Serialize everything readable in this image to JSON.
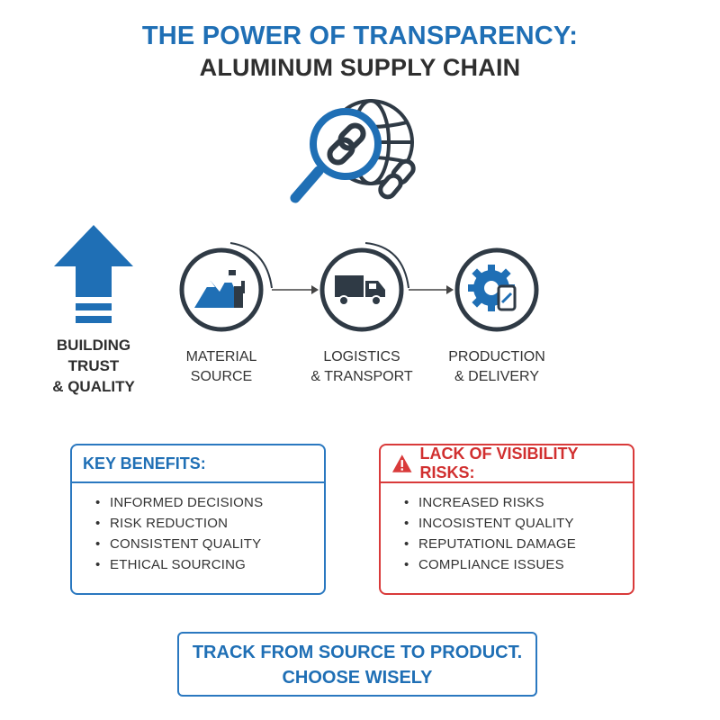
{
  "title": {
    "line1": "THE POWER OF TRANSPARENCY:",
    "line2": "ALUMINUM SUPPLY CHAIN"
  },
  "trust": {
    "lines": [
      "BUILDING",
      "TRUST",
      "& QUALITY"
    ],
    "icon": "up-arrow-icon"
  },
  "steps": [
    {
      "lines": [
        "MATERIAL",
        "SOURCE"
      ],
      "icon": "mountain-factory-icon"
    },
    {
      "lines": [
        "LOGISTICS",
        "& TRANSPORT"
      ],
      "icon": "truck-icon"
    },
    {
      "lines": [
        "PRODUCTION",
        "& DELIVERY"
      ],
      "icon": "gear-chain-icon"
    }
  ],
  "benefits": {
    "title": "KEY BENEFITS:",
    "items": [
      "INFORMED DECISIONS",
      "RISK REDUCTION",
      "CONSISTENT QUALITY",
      "ETHICAL SOURCING"
    ]
  },
  "risks": {
    "title": "LACK OF VISIBILITY RISKS:",
    "icon": "warning-icon",
    "items": [
      "INCREASED RISKS",
      "INCOSISTENT QUALITY",
      "REPUTATIONL DAMAGE",
      "COMPLIANCE ISSUES"
    ]
  },
  "cta": {
    "lines": [
      "TRACK FROM SOURCE TO PRODUCT.",
      "CHOOSE WISELY"
    ]
  },
  "colors": {
    "primary_blue": "#1f6fb5",
    "accent_blue": "#2a78c0",
    "dark": "#2f2f2f",
    "risk_red": "#d93a3a"
  }
}
